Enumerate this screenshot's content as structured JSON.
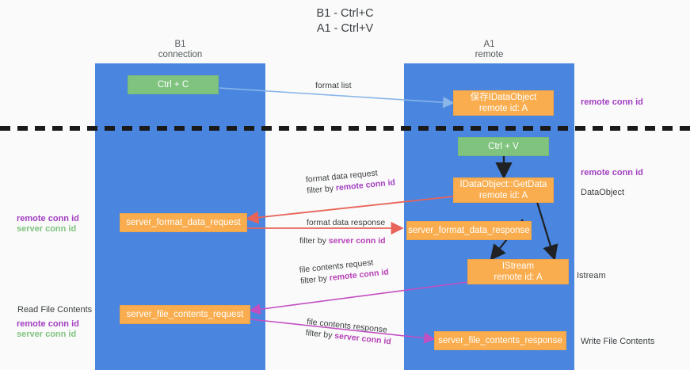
{
  "title": {
    "line1": "B1 - Ctrl+C",
    "line2": "A1 - Ctrl+V"
  },
  "lanes": [
    {
      "id": "b1",
      "name": "B1",
      "sub": "connection"
    },
    {
      "id": "a1",
      "name": "A1",
      "sub": "remote"
    }
  ],
  "nodes": {
    "ctrl_c": {
      "line1": "Ctrl + C",
      "line2": ""
    },
    "save_idataobject": {
      "line1": "保存IDataObject",
      "line2": "remote id: A"
    },
    "ctrl_v": {
      "line1": "Ctrl + V",
      "line2": ""
    },
    "getdata": {
      "line1": "IDataObject::GetData",
      "line2": "remote id: A"
    },
    "server_fmt_request": {
      "line1": "server_format_data_request",
      "line2": ""
    },
    "server_fmt_response": {
      "line1": "server_format_data_response",
      "line2": ""
    },
    "istream": {
      "line1": "IStream",
      "line2": "remote id: A"
    },
    "server_file_request": {
      "line1": "server_file_contents_request",
      "line2": ""
    },
    "server_file_response": {
      "line1": "server_file_contents_response",
      "line2": ""
    }
  },
  "right_labels": {
    "remote_conn_id_top": "remote conn id",
    "remote_conn_id_mid": "remote conn id",
    "dataobject": "DataObject",
    "istream": "Istream",
    "write_file_contents": "Write File Contents"
  },
  "left_labels": {
    "remote_conn_id": "remote conn id",
    "server_conn_id": "server conn id",
    "read_file_contents": "Read File Contents",
    "remote_conn_id_2": "remote conn id",
    "server_conn_id_2": "server conn id"
  },
  "edges": {
    "format_list": "format list",
    "format_data_request": "format data request",
    "filter_by": "filter by",
    "filter_remote_conn_id": "remote conn id",
    "format_data_response": "format data response",
    "filter_server_conn_id": "server conn id",
    "file_contents_request": "file contents request",
    "file_contents_response": "file contents response"
  },
  "colors": {
    "lane": "#4a86e0",
    "green_node": "#7fc37f",
    "orange_node": "#f9ad4e",
    "purple": "#a23fc0",
    "magenta": "#b63fb6",
    "red_arrow": "#e8645a",
    "blue_arrow": "#8ab6e8",
    "black_arrow": "#202124",
    "divider": "#1a1a1a"
  }
}
